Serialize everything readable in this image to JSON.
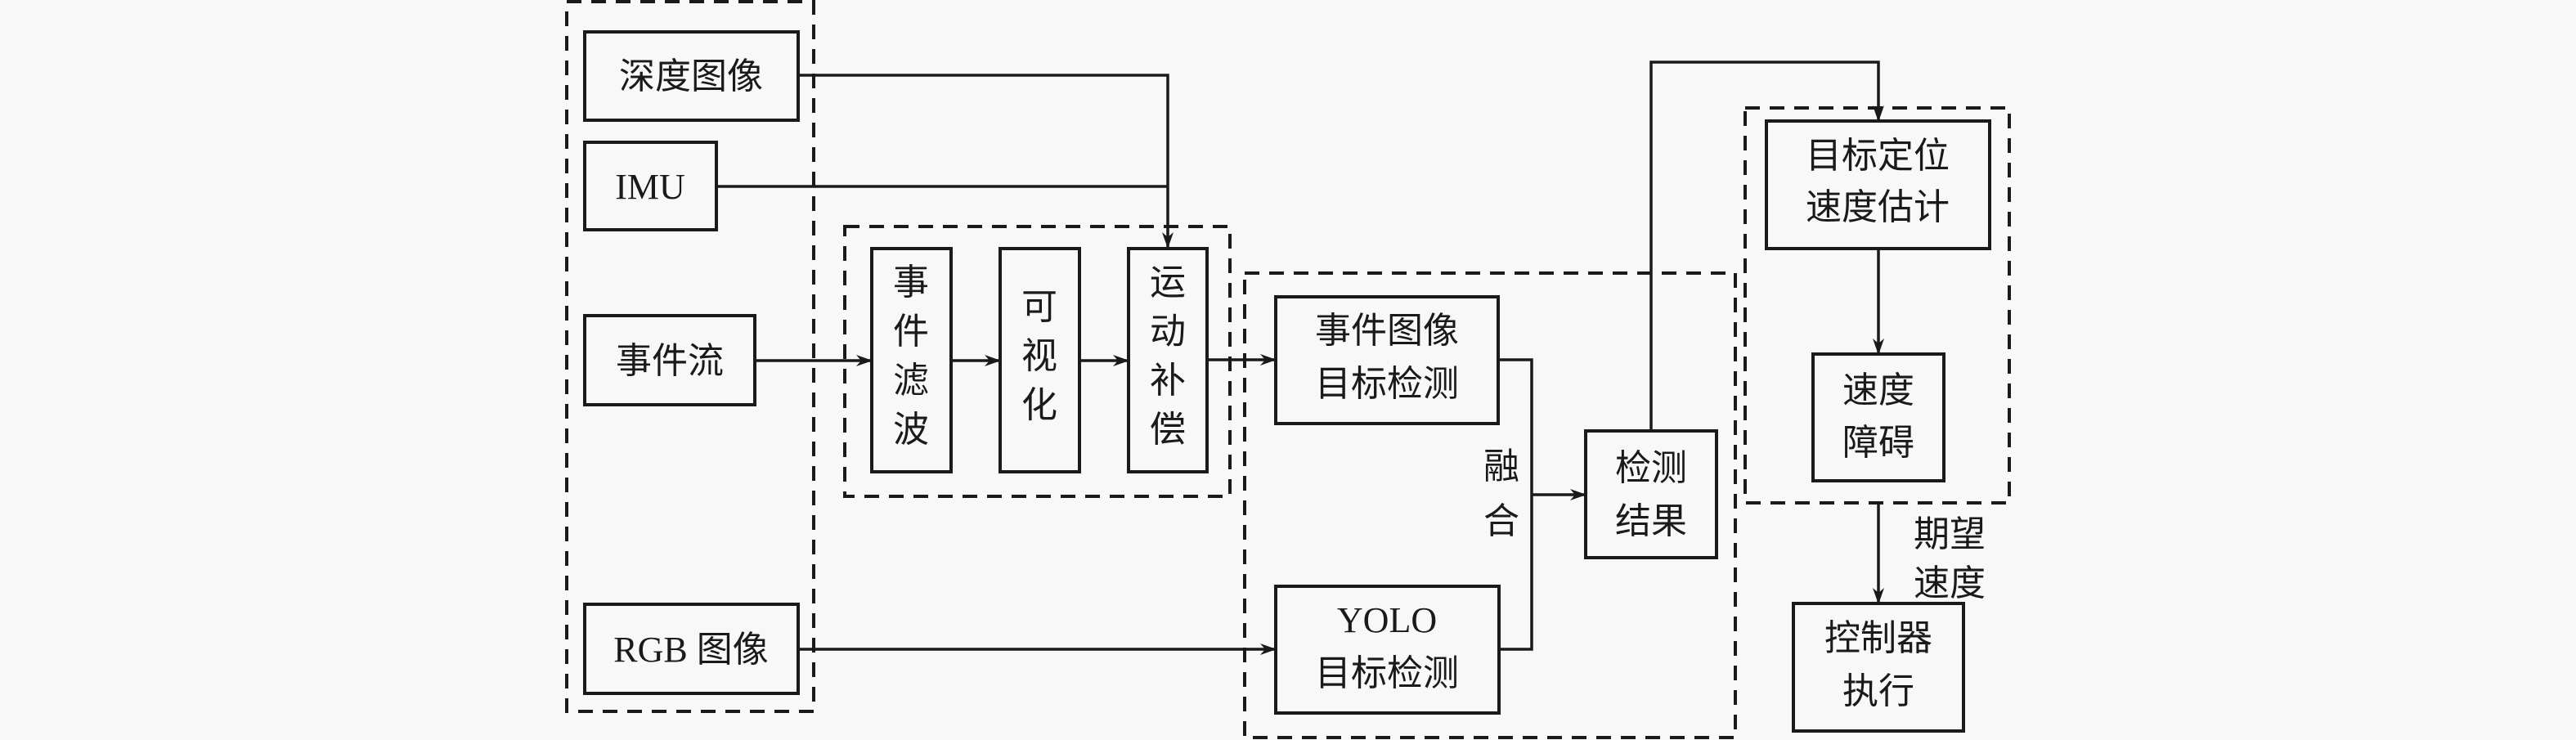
{
  "diagram": {
    "type": "flowchart",
    "groups": [
      {
        "id": "inputs",
        "label": ""
      },
      {
        "id": "preprocess",
        "label": ""
      },
      {
        "id": "detection",
        "label": ""
      },
      {
        "id": "planning",
        "label": ""
      }
    ],
    "nodes": {
      "depth": {
        "lines": [
          "深度图像"
        ]
      },
      "imu": {
        "lines": [
          "IMU"
        ]
      },
      "event_stream": {
        "lines": [
          "事件流"
        ]
      },
      "rgb": {
        "lines": [
          "RGB 图像"
        ]
      },
      "event_filter": {
        "lines": [
          "事",
          "件",
          "滤",
          "波"
        ]
      },
      "visualize": {
        "lines": [
          "可",
          "视",
          "化"
        ]
      },
      "motion_comp": {
        "lines": [
          "运",
          "动",
          "补",
          "偿"
        ]
      },
      "event_detect": {
        "lines": [
          "事件图像",
          "目标检测"
        ]
      },
      "yolo_detect": {
        "lines": [
          "YOLO",
          "目标检测"
        ]
      },
      "det_result": {
        "lines": [
          "检测",
          "结果"
        ]
      },
      "localize": {
        "lines": [
          "目标定位",
          "速度估计"
        ]
      },
      "vel_obstacle": {
        "lines": [
          "速度",
          "障碍"
        ]
      },
      "controller": {
        "lines": [
          "控制器",
          "执行"
        ]
      }
    },
    "edge_labels": {
      "fusion": [
        "融",
        "合"
      ],
      "desired_velocity": [
        "期望",
        "速度"
      ]
    },
    "edges": [
      {
        "from": "depth",
        "to": "motion_comp"
      },
      {
        "from": "imu",
        "to": "motion_comp"
      },
      {
        "from": "event_stream",
        "to": "event_filter"
      },
      {
        "from": "event_filter",
        "to": "visualize"
      },
      {
        "from": "visualize",
        "to": "motion_comp"
      },
      {
        "from": "motion_comp",
        "to": "event_detect"
      },
      {
        "from": "rgb",
        "to": "yolo_detect"
      },
      {
        "from": "event_detect",
        "to": "det_result",
        "label": "融合"
      },
      {
        "from": "yolo_detect",
        "to": "det_result",
        "label": "融合"
      },
      {
        "from": "det_result",
        "to": "localize"
      },
      {
        "from": "localize",
        "to": "vel_obstacle"
      },
      {
        "from": "planning",
        "to": "controller",
        "label": "期望速度"
      }
    ]
  }
}
